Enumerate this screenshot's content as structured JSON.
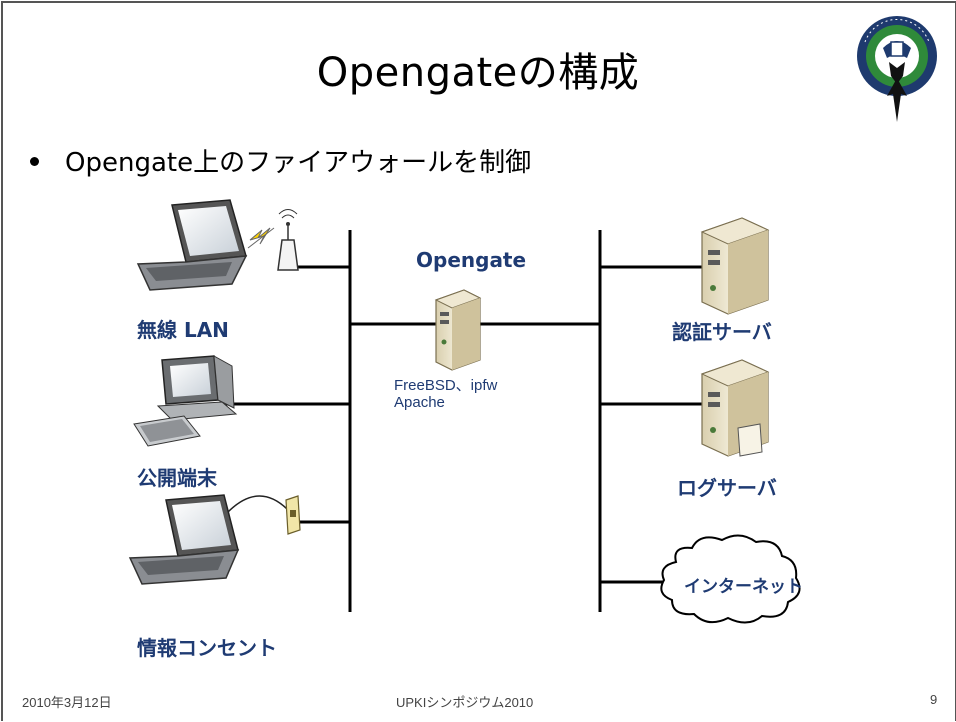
{
  "slide": {
    "title": "Opengateの構成",
    "bullet": "Opengate上のファイアウォールを制御",
    "seal_text": "SAGA UNIVERSITY"
  },
  "diagram": {
    "opengate_label": "Opengate",
    "opengate_os": "FreeBSD、ipfw",
    "opengate_app": "Apache",
    "wireless_label": "無線 LAN",
    "public_terminal_label": "公開端末",
    "info_outlet_label": "情報コンセント",
    "auth_server_label": "認証サーバ",
    "log_server_label": "ログサーバ",
    "internet_label": "インターネット"
  },
  "footer": {
    "date": "2010年3月12日",
    "event": "UPKIシンポジウム2010",
    "page": "9"
  }
}
